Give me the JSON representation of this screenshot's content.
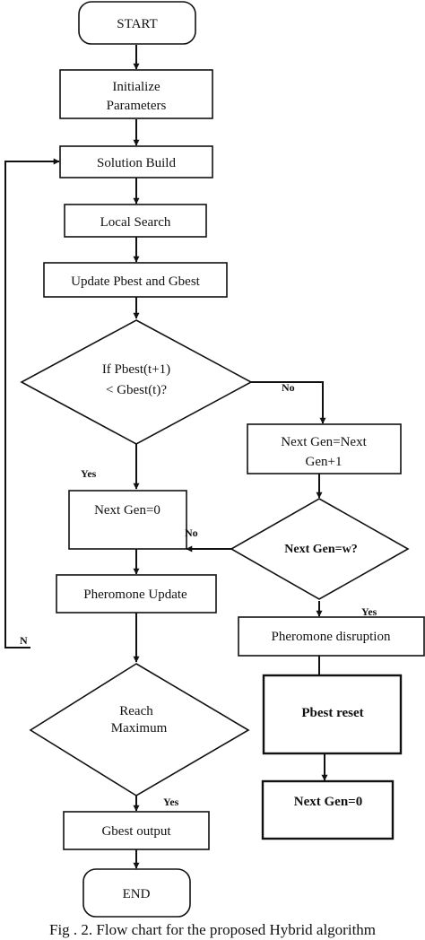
{
  "nodes": {
    "start": "START",
    "init_1": "Initialize",
    "init_2": "Parameters",
    "solution": "Solution Build",
    "local": "Local Search",
    "update": "Update Pbest and Gbest",
    "cond_1": "If Pbest(t+1)",
    "cond_2": "< Gbest(t)?",
    "nextgen_inc_1": "Next Gen=Next",
    "nextgen_inc_2": "Gen+1",
    "nextgen_zero": "Next Gen=0",
    "nextgen_w": "Next Gen=w?",
    "pher_update": "Pheromone Update",
    "pher_disrupt": "Pheromone disruption",
    "reach_1": "Reach",
    "reach_2": "Maximum",
    "pbest_reset": "Pbest reset",
    "nextgen_zero_b": "Next Gen=0",
    "gbest": "Gbest output",
    "end": "END"
  },
  "edges": {
    "no_1": "No",
    "yes_1": "Yes",
    "no_2": "No",
    "yes_2": "Yes",
    "no_3": "N",
    "yes_3": "Yes"
  },
  "caption": "Fig . 2. Flow chart for the proposed Hybrid algorithm"
}
